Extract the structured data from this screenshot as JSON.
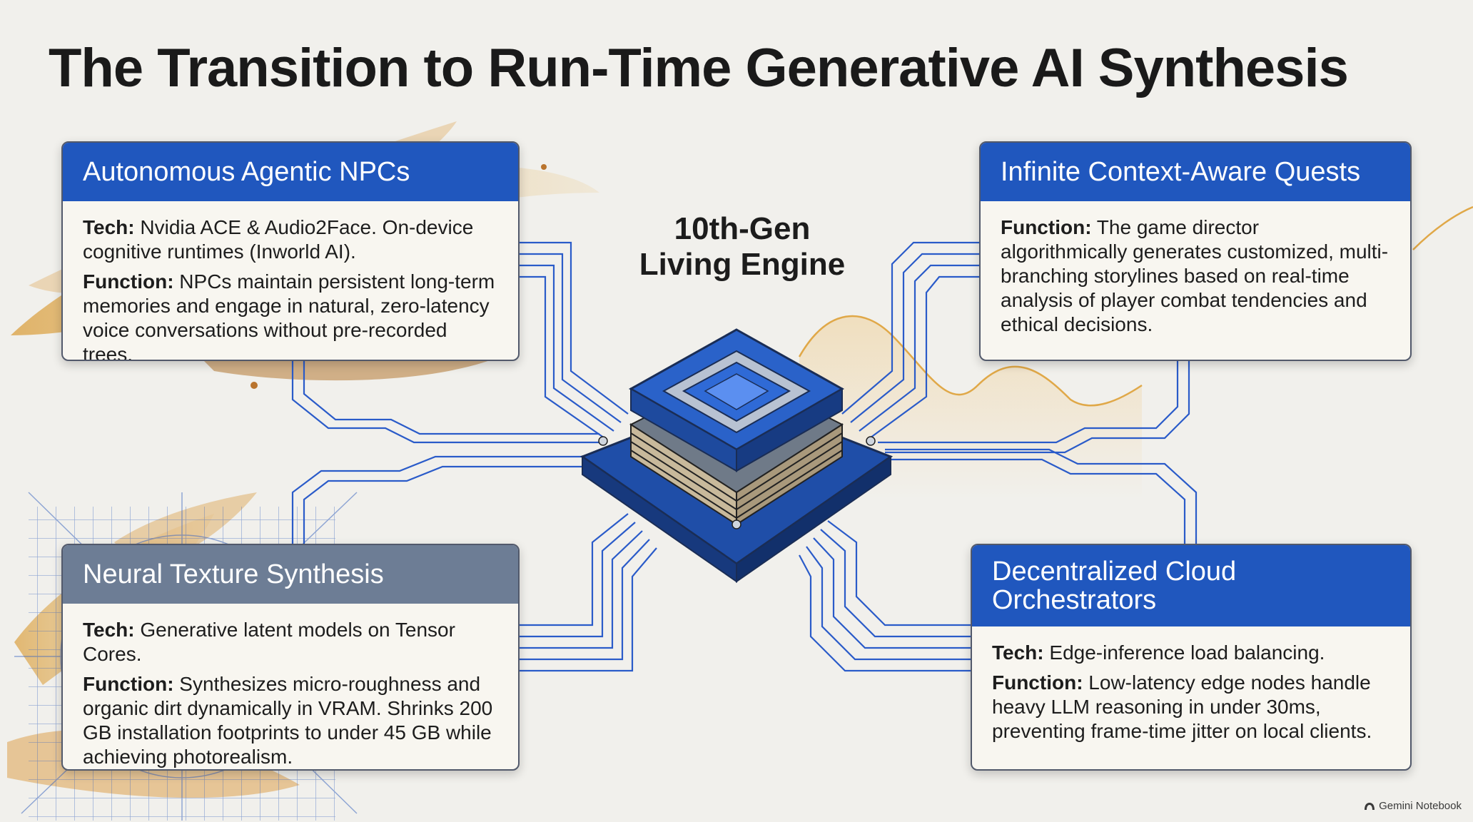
{
  "title": "The Transition to Run-Time Generative AI Synthesis",
  "engine": {
    "line1": "10th-Gen",
    "line2": "Living Engine"
  },
  "cards": [
    {
      "heading": "Autonomous Agentic NPCs",
      "tech_label": "Tech:",
      "tech_text": " Nvidia ACE & Audio2Face. On-device cognitive runtimes (Inworld AI).",
      "function_label": "Function:",
      "function_text": " NPCs maintain persistent long-term memories and engage in natural, zero-latency voice conversations without pre-recorded trees."
    },
    {
      "heading": "Infinite Context-Aware Quests",
      "function_label": "Function:",
      "function_text": " The game director algorithmically generates customized, multi-branching storylines based on real-time analysis of player combat tendencies and ethical decisions."
    },
    {
      "heading": "Neural Texture Synthesis",
      "tech_label": "Tech:",
      "tech_text": " Generative latent models on Tensor Cores.",
      "function_label": "Function:",
      "function_text": " Synthesizes micro-roughness and organic dirt dynamically in VRAM. Shrinks 200 GB installation footprints to under 45 GB while achieving photorealism."
    },
    {
      "heading": "Decentralized Cloud Orchestrators",
      "tech_label": "Tech:",
      "tech_text": " Edge-inference load balancing.",
      "function_label": "Function:",
      "function_text": " Low-latency edge nodes handle heavy LLM reasoning in under 30ms, preventing frame-time jitter on local clients."
    }
  ],
  "watermark": "Gemini Notebook",
  "colors": {
    "accent_blue": "#2057be",
    "header_gray": "#6d7d95",
    "trace_blue": "#2a5bc9",
    "brush_orange": "#e0a848",
    "background": "#f1f0ec"
  }
}
